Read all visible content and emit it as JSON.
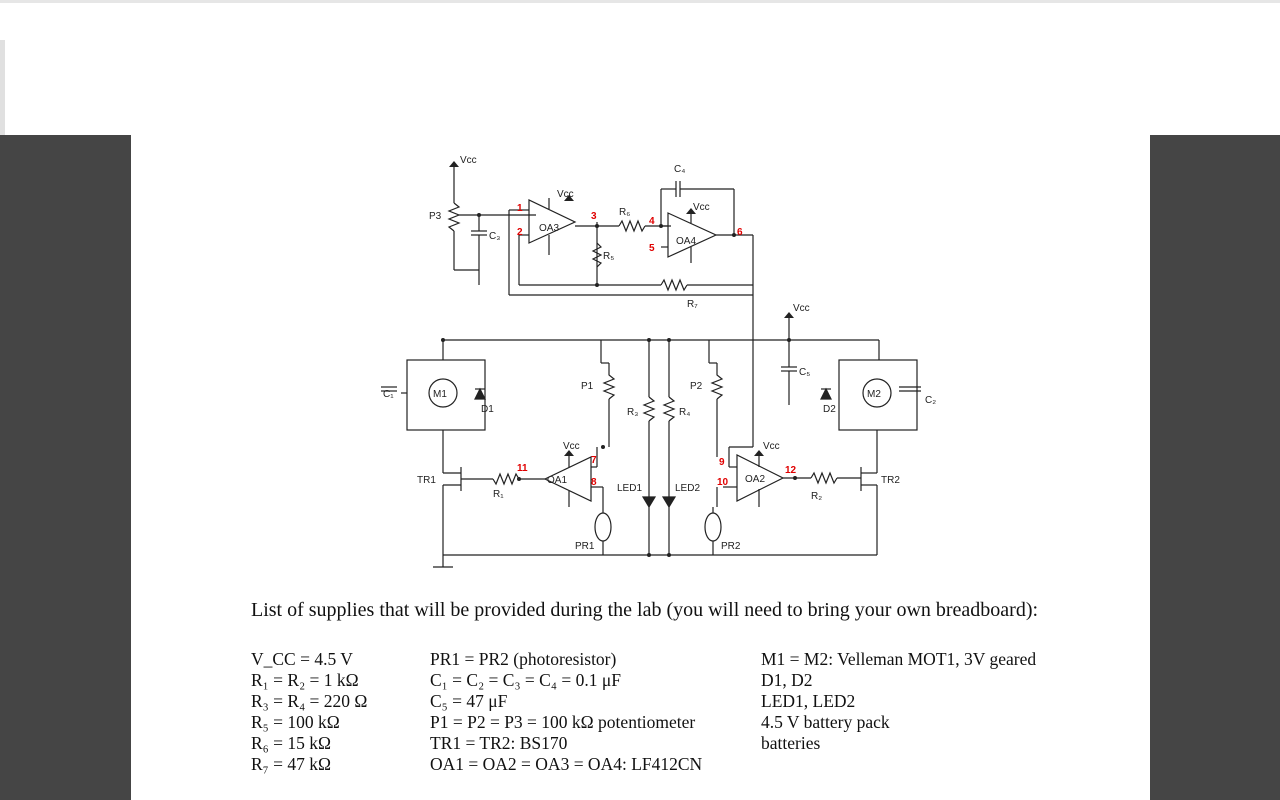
{
  "circuit": {
    "labels": {
      "vcc": "Vcc",
      "p1": "P1",
      "p2": "P2",
      "p3": "P3",
      "c1": "C₁",
      "c2": "C₂",
      "c3": "C₃",
      "c4": "C₄",
      "c5": "C₅",
      "r1": "R₁",
      "r2": "R₂",
      "r3": "R₃",
      "r4": "R₄",
      "r5": "R₅",
      "r6": "R₆",
      "r7": "R₇",
      "oa1": "OA1",
      "oa2": "OA2",
      "oa3": "OA3",
      "oa4": "OA4",
      "m1": "M1",
      "m2": "M2",
      "d1": "D1",
      "d2": "D2",
      "tr1": "TR1",
      "tr2": "TR2",
      "led1": "LED1",
      "led2": "LED2",
      "pr1": "PR1",
      "pr2": "PR2",
      "plus": "+",
      "minus": "-"
    },
    "nodes": [
      "1",
      "2",
      "3",
      "4",
      "5",
      "6",
      "7",
      "8",
      "9",
      "10",
      "11",
      "12"
    ]
  },
  "supplies": {
    "title": "List of supplies that will be provided during the lab (you will need to bring your own breadboard):",
    "col1": [
      "V_CC = 4.5 V",
      "R₁ = R₂ = 1 kΩ",
      "R₃ = R₄ =  220 Ω",
      "R₅ = 100 kΩ",
      "R₆ = 15 kΩ",
      "R₇ = 47 kΩ"
    ],
    "col2": [
      "PR1 =  PR2 (photoresistor)",
      "C₁ = C₂ = C₃ = C₄ = 0.1 μF",
      "C₅ = 47 μF",
      "P1 = P2 = P3 = 100 kΩ potentiometer",
      "TR1 = TR2: BS170",
      "OA1 = OA2 = OA3 = OA4: LF412CN"
    ],
    "col3": [
      "M1 = M2: Velleman MOT1, 3V geared",
      "D1,  D2",
      "LED1, LED2",
      "4.5 V battery pack",
      "batteries"
    ]
  },
  "colors": {
    "node_label": "#e00000",
    "background": "#454545",
    "page": "#ffffff"
  }
}
